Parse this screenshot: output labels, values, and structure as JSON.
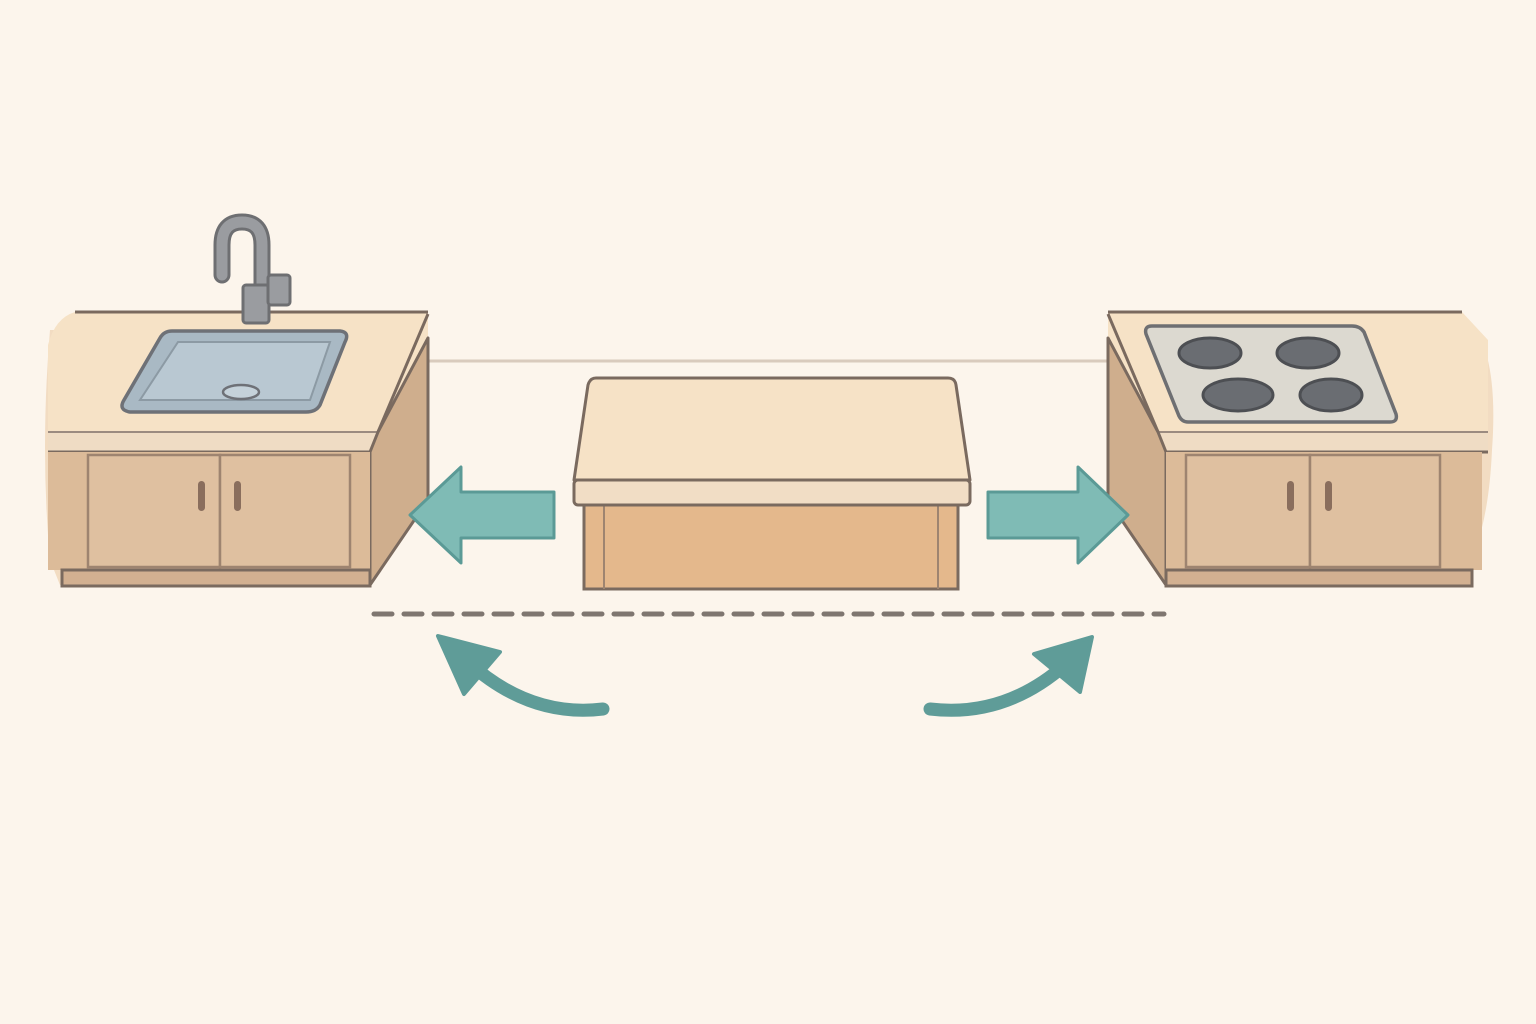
{
  "diagram": {
    "elements": [
      {
        "name": "sink-counter",
        "icon": "sink-icon"
      },
      {
        "name": "kitchen-island",
        "icon": "island-icon"
      },
      {
        "name": "stove-counter",
        "icon": "cooktop-icon"
      }
    ],
    "arrows": [
      {
        "name": "arrow-island-to-sink",
        "direction": "left"
      },
      {
        "name": "arrow-island-to-stove",
        "direction": "right"
      },
      {
        "name": "curved-arrow-left",
        "direction": "up-left"
      },
      {
        "name": "curved-arrow-right",
        "direction": "up-right"
      }
    ],
    "colors": {
      "background": "#fcf5ec",
      "countertop": "#f6e2c6",
      "cabinet": "#dcbb99",
      "island_base": "#e4b88c",
      "outline": "#7a6a5f",
      "arrow": "#6aa9a6",
      "steel": "#a9b9c4",
      "burner": "#6a6d72"
    }
  }
}
